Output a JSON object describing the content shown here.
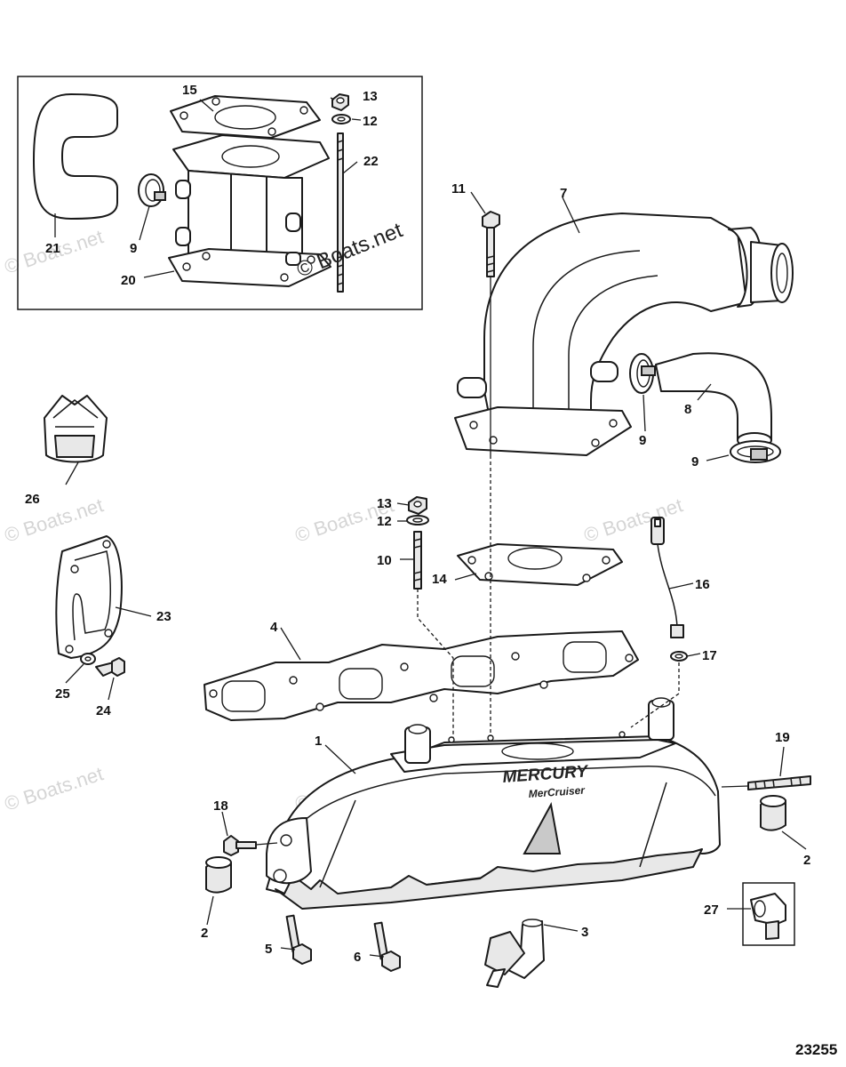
{
  "watermark": "© Boats.net",
  "figure_number": "23255",
  "brand": {
    "logo_top": "MERCURY",
    "logo_bottom": "MerCruiser"
  },
  "callouts": {
    "c1": "1",
    "c2a": "2",
    "c2b": "2",
    "c3": "3",
    "c4": "4",
    "c5": "5",
    "c6": "6",
    "c7": "7",
    "c8": "8",
    "c9a": "9",
    "c9b": "9",
    "c9c": "9",
    "c10": "10",
    "c11": "11",
    "c12a": "12",
    "c12b": "12",
    "c13a": "13",
    "c13b": "13",
    "c14": "14",
    "c15": "15",
    "c16": "16",
    "c17": "17",
    "c18": "18",
    "c19": "19",
    "c20": "20",
    "c21": "21",
    "c22": "22",
    "c23": "23",
    "c24": "24",
    "c25": "25",
    "c26": "26",
    "c27": "27"
  }
}
